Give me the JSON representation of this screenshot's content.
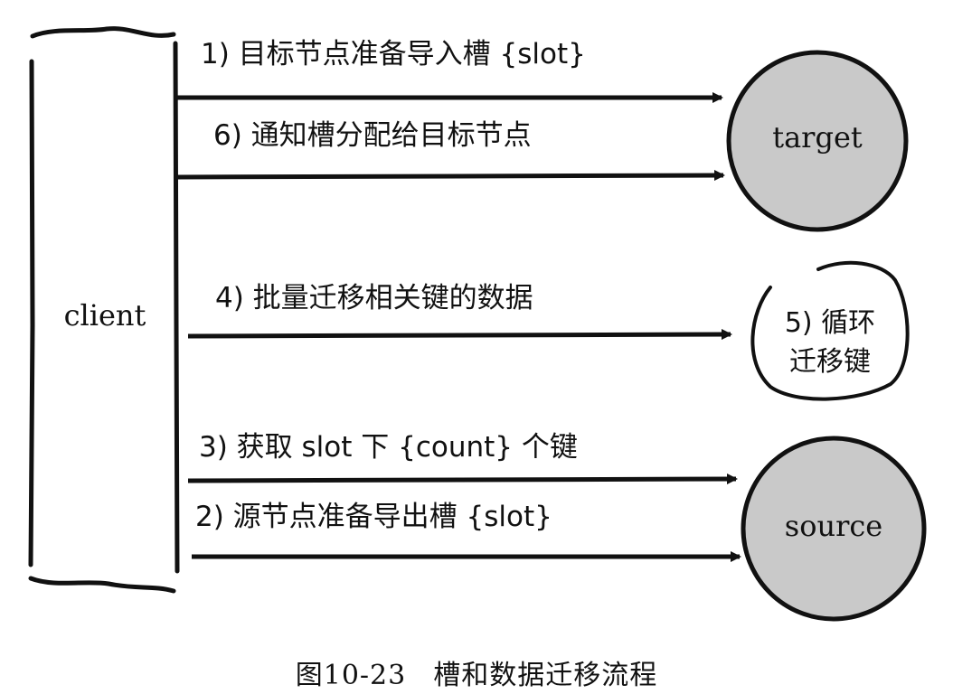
{
  "client": {
    "label": "client"
  },
  "nodes": {
    "target": {
      "label": "target",
      "fill": "#c9c9c9"
    },
    "source": {
      "label": "source",
      "fill": "#c9c9c9"
    },
    "loop": {
      "line1": "5) 循环",
      "line2": "迁移键"
    }
  },
  "steps": [
    {
      "label": "1) 目标节点准备导入槽 {slot}"
    },
    {
      "label": "6) 通知槽分配给目标节点"
    },
    {
      "label": "4) 批量迁移相关键的数据"
    },
    {
      "label": "3) 获取 slot 下 {count} 个键"
    },
    {
      "label": "2) 源节点准备导出槽 {slot}"
    }
  ],
  "caption": {
    "number": "图10-23",
    "text": "槽和数据迁移流程"
  }
}
